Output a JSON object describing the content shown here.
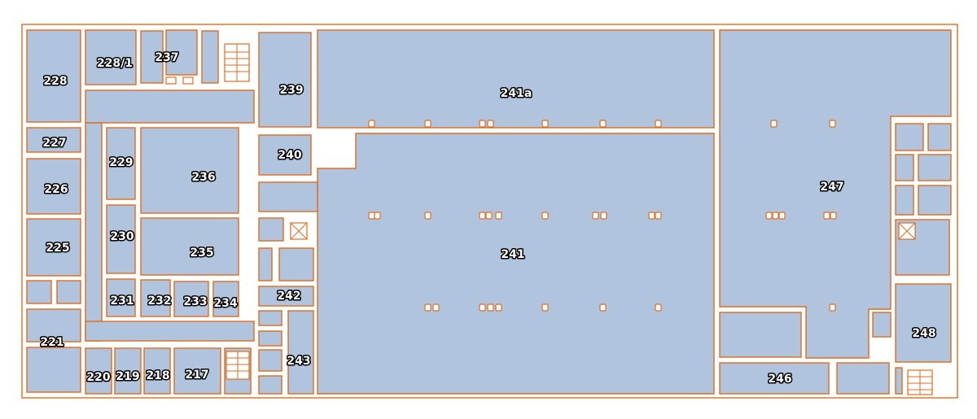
{
  "map": {
    "rooms": [
      {
        "id": "228",
        "label": "228"
      },
      {
        "id": "228-1",
        "label": "228/1"
      },
      {
        "id": "237",
        "label": "237"
      },
      {
        "id": "239",
        "label": "239"
      },
      {
        "id": "241a",
        "label": "241a"
      },
      {
        "id": "227",
        "label": "227"
      },
      {
        "id": "229",
        "label": "229"
      },
      {
        "id": "236",
        "label": "236"
      },
      {
        "id": "240",
        "label": "240"
      },
      {
        "id": "226",
        "label": "226"
      },
      {
        "id": "230",
        "label": "230"
      },
      {
        "id": "225",
        "label": "225"
      },
      {
        "id": "235",
        "label": "235"
      },
      {
        "id": "241",
        "label": "241"
      },
      {
        "id": "247",
        "label": "247"
      },
      {
        "id": "231",
        "label": "231"
      },
      {
        "id": "232",
        "label": "232"
      },
      {
        "id": "233",
        "label": "233"
      },
      {
        "id": "234",
        "label": "234"
      },
      {
        "id": "242",
        "label": "242"
      },
      {
        "id": "221",
        "label": "221"
      },
      {
        "id": "248",
        "label": "248"
      },
      {
        "id": "243",
        "label": "243"
      },
      {
        "id": "220",
        "label": "220"
      },
      {
        "id": "219",
        "label": "219"
      },
      {
        "id": "218",
        "label": "218"
      },
      {
        "id": "217",
        "label": "217"
      },
      {
        "id": "246",
        "label": "246"
      }
    ],
    "colors": {
      "room_fill": "#b0c4de",
      "wall": "#e06b1f",
      "background": "#ffffff",
      "label_text": "#ffffff",
      "label_outline": "#000000"
    }
  }
}
